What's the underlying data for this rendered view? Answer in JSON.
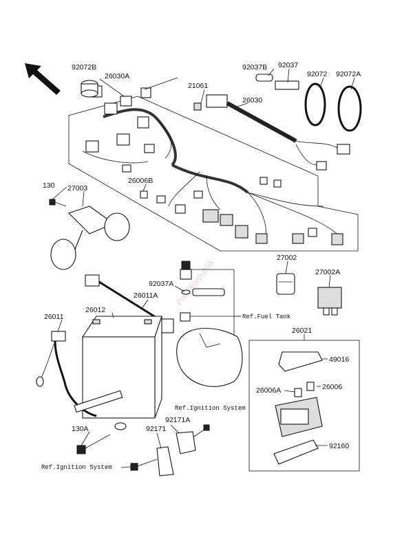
{
  "labels": {
    "p92072B": "92072B",
    "p26030A": "26030A",
    "p92037B": "92037B",
    "p92037": "92037",
    "p92072": "92072",
    "p92072A": "92072A",
    "p21061": "21061",
    "p26030": "26030",
    "p130": "130",
    "p27003": "27003",
    "p26006B": "26006B",
    "p27002": "27002",
    "p27002A": "27002A",
    "p92037A": "92037A",
    "p26011A": "26011A",
    "p26012": "26012",
    "p26011": "26011",
    "p26021": "26021",
    "p49016": "49016",
    "p26006A": "26006A",
    "p26006": "26006",
    "p130A": "130A",
    "p92171A": "92171A",
    "p92171": "92171",
    "p92160": "92160"
  },
  "references": {
    "fuel_tank": "Ref.Fuel Tank",
    "ignition_system_1": "Ref.Ignition System",
    "ignition_system_2": "Ref.Ignition System"
  },
  "watermark": "PartsRepublik"
}
